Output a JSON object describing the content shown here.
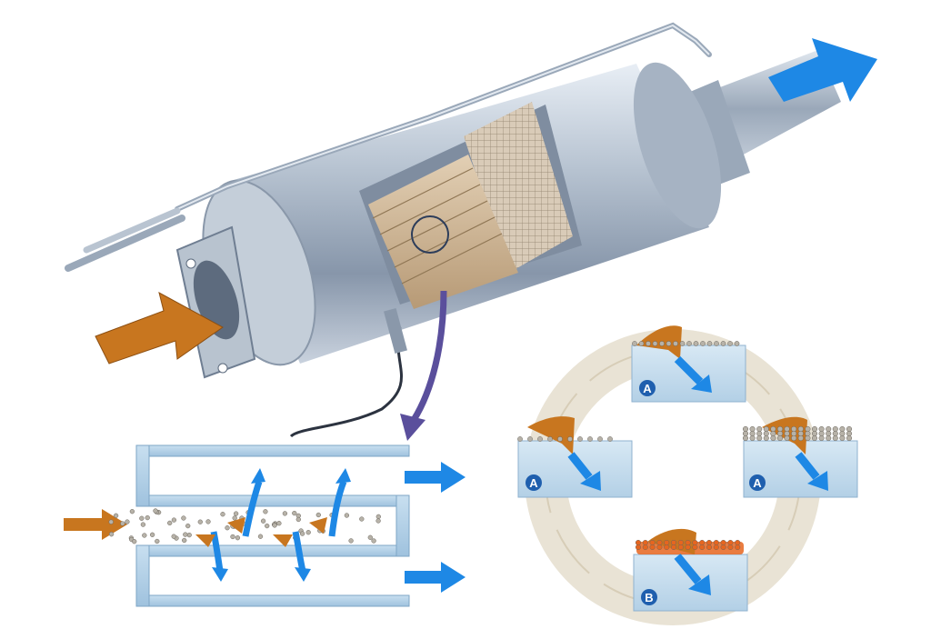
{
  "colors": {
    "inflow_arrow": "#C8761F",
    "outflow_arrow": "#1E88E5",
    "flow_down_arrow": "#5A4F9C",
    "filter_wall": "#A9CBE3",
    "soot": "#B7B2A8",
    "hot_soot": "#E6651F",
    "cycle_ring": "#E9E3D5",
    "badge": "#1F5FAE"
  },
  "icons": {
    "soot_particle": "dot",
    "flow_arrow": "arrow-right",
    "regeneration_cycle": "ring-arrows"
  },
  "labels": {
    "stage_a_top": "A",
    "stage_a_left": "A",
    "stage_a_right": "A",
    "stage_b_bottom": "B"
  }
}
